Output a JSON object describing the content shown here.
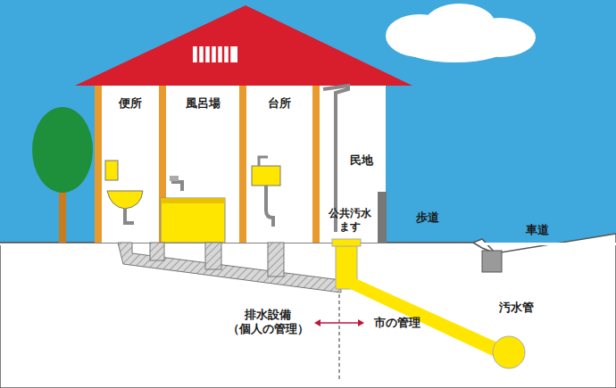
{
  "diagram": {
    "labels": [
      "便所",
      "風呂場",
      "台所",
      "民地",
      "公共汚水 ます",
      "歩道",
      "車道",
      "排水設備 （個人の管理）",
      "市の管理",
      "汚水管"
    ]
  }
}
